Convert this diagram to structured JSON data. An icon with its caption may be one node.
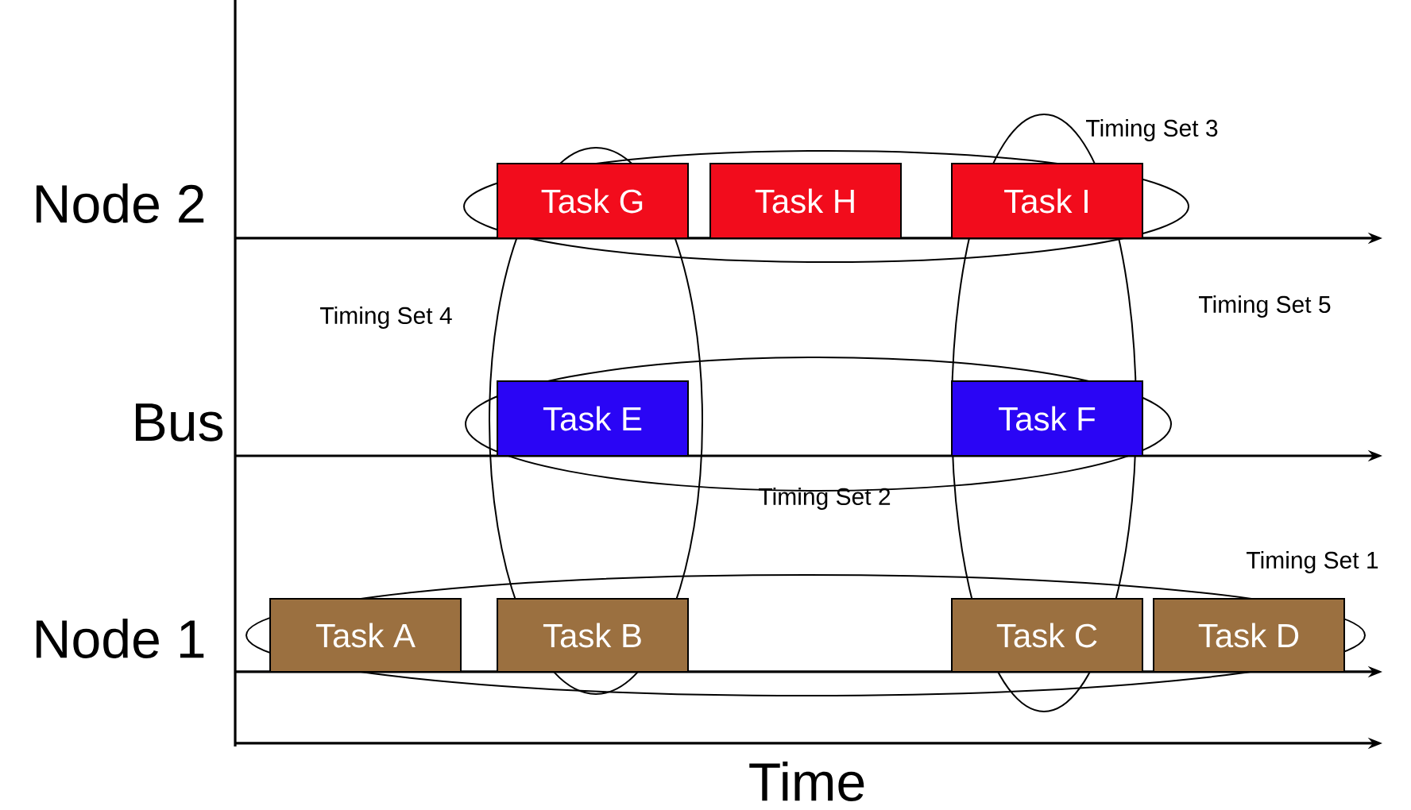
{
  "diagram": {
    "nodes": [
      {
        "text": [
          "Task G"
        ]
      },
      {
        "text": [
          "Task H"
        ]
      },
      {
        "text": [
          "Task I"
        ]
      },
      {
        "text": [
          "Task E"
        ]
      },
      {
        "text": [
          "Task F"
        ]
      },
      {
        "text": [
          "Task A"
        ]
      },
      {
        "text": [
          "Task B"
        ]
      },
      {
        "text": [
          "Task C"
        ]
      },
      {
        "text": [
          "Task D"
        ]
      }
    ],
    "labels": [
      "Timing Set 3",
      "Node 2",
      "Timing Set 4",
      "Timing Set 5",
      "Bus",
      "Timing Set 2",
      "Timing Set 1",
      "Node 1",
      "Time"
    ]
  }
}
